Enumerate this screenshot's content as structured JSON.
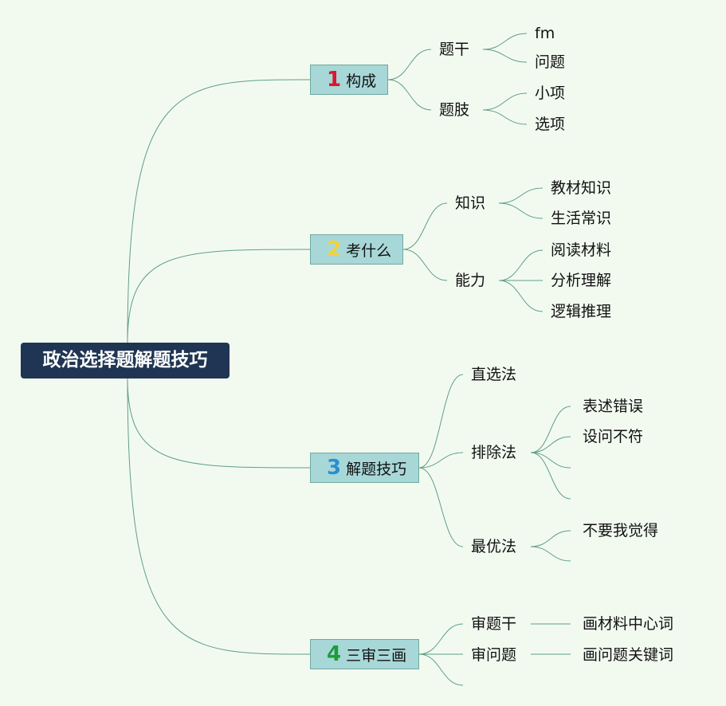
{
  "root": {
    "label": "政治选择题解题技巧"
  },
  "branches": [
    {
      "number": "1",
      "number_color": "#d9172b",
      "label": "构成",
      "children": [
        {
          "label": "题干",
          "children": [
            "fm",
            "问题"
          ]
        },
        {
          "label": "题肢",
          "children": [
            "小项",
            "选项"
          ]
        }
      ]
    },
    {
      "number": "2",
      "number_color": "#f1d23a",
      "label": "考什么",
      "children": [
        {
          "label": "知识",
          "children": [
            "教材知识",
            "生活常识"
          ]
        },
        {
          "label": "能力",
          "children": [
            "阅读材料",
            "分析理解",
            "逻辑推理"
          ]
        }
      ]
    },
    {
      "number": "3",
      "number_color": "#2a8fd0",
      "label": "解题技巧",
      "children": [
        {
          "label": "直选法",
          "children": []
        },
        {
          "label": "排除法",
          "children": [
            "表述错误",
            "设问不符",
            "",
            ""
          ]
        },
        {
          "label": "最优法",
          "children": [
            "不要我觉得",
            ""
          ]
        }
      ]
    },
    {
      "number": "4",
      "number_color": "#1e9d3a",
      "label": "三审三画",
      "children": [
        {
          "label": "审题干",
          "children": [
            "画材料中心词"
          ]
        },
        {
          "label": "审问题",
          "children": [
            "画问题关键词"
          ]
        },
        {
          "label": "",
          "children": []
        }
      ]
    }
  ]
}
